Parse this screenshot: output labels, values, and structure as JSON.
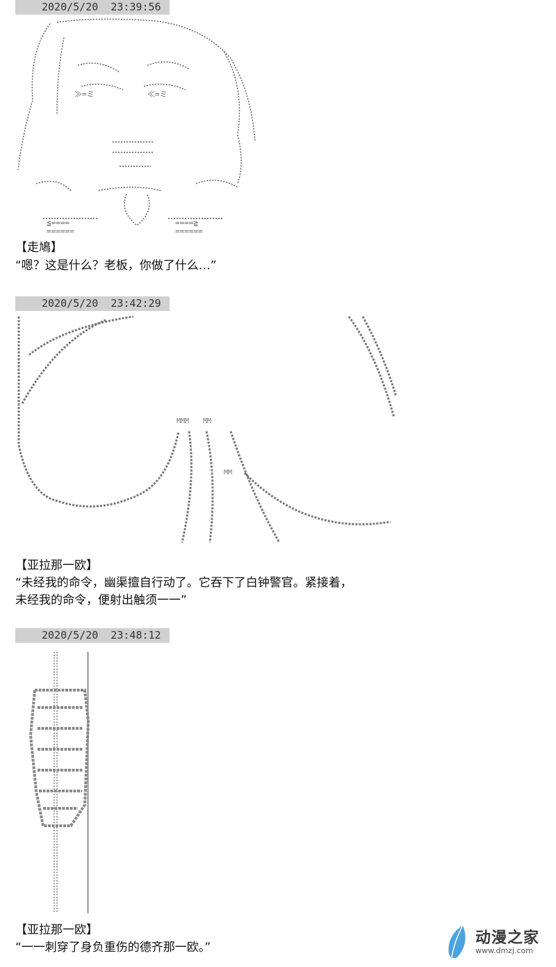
{
  "posts": [
    {
      "timestamp": "2020/5/20  23:39:56",
      "speaker": "【走鳩】",
      "lines": [
        "“嗯？这是什么？老板，你做了什么…”"
      ]
    },
    {
      "timestamp": "2020/5/20  23:42:29",
      "speaker": "【亚拉那一欧】",
      "lines": [
        "“未经我的命令，幽渠擅自行动了。它吞下了白钟警官。紧接着，",
        "未经我的命令，便射出触须一一”"
      ]
    },
    {
      "timestamp": "2020/5/20  23:48:12",
      "speaker": "【亚拉那一欧】",
      "lines": [
        "“一一刺穿了身负重伤的德齐那一欧。”"
      ]
    }
  ],
  "watermark": {
    "name": "动漫之家",
    "url": "www.dmzj.com",
    "accent_color": "#4aa3df",
    "icon": "feather-icon"
  }
}
